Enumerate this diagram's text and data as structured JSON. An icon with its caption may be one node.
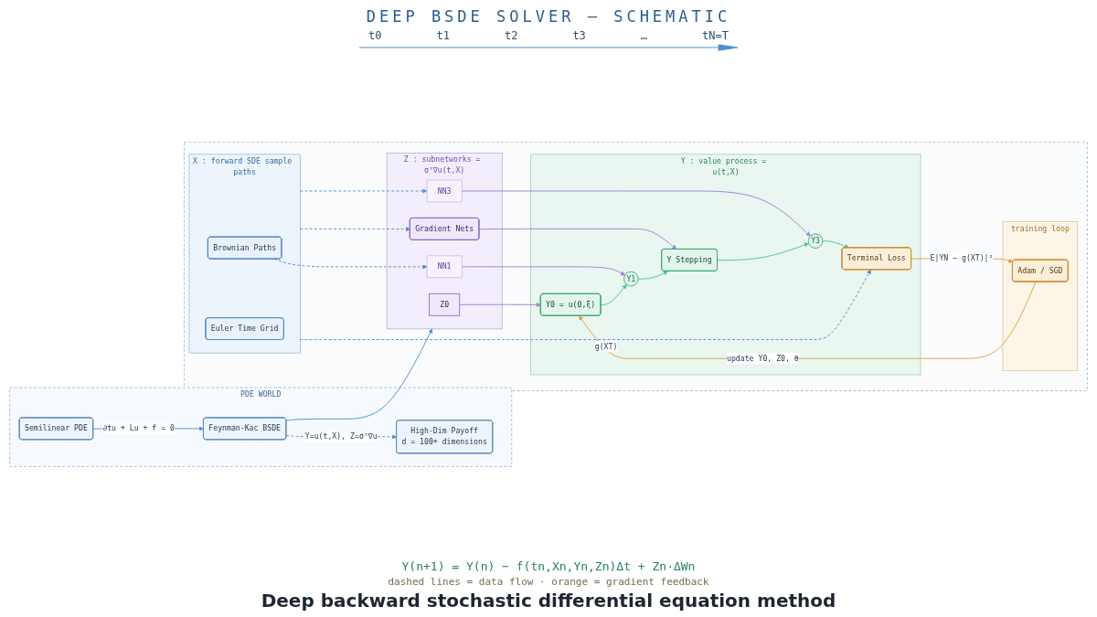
{
  "diagram": {
    "title": "DEEP BSDE SOLVER — SCHEMATIC",
    "caption": "Deep backward stochastic differential equation method",
    "nodes": [
      {
        "text": [
          "PDE WORLD"
        ]
      },
      {
        "text": [
          "Semilinear PDE"
        ],
        "in": 0
      },
      {
        "text": [
          "Feynman-Kac BSDE"
        ],
        "in": 0
      },
      {
        "text": [
          "High-Dim Payoff",
          "d = 100+ dimensions"
        ],
        "in": 0
      },
      {
        "text": [],
        "shape": "box"
      },
      {
        "text": [
          "X : forward SDE sample paths"
        ],
        "in": 4
      },
      {
        "text": [
          "Brownian Paths"
        ],
        "in": 5
      },
      {
        "text": [
          "Euler Time Grid"
        ],
        "in": 5
      },
      {
        "text": [
          "Z : subnetworks = σᵀ∇u(t,X)"
        ],
        "in": 4
      },
      {
        "text": [
          "Z0"
        ],
        "in": 8
      },
      {
        "text": [
          "NN1"
        ],
        "in": 8
      },
      {
        "text": [
          "Gradient Nets"
        ],
        "in": 8
      },
      {
        "text": [
          "NN3"
        ],
        "in": 8
      },
      {
        "text": [
          "Y : value process = u(t,X)"
        ],
        "in": 4
      },
      {
        "text": [
          "Y0 = u(0,ξ)"
        ],
        "in": 13
      },
      {
        "text": [
          "Y1"
        ],
        "in": 13
      },
      {
        "text": [
          "Y Stepping"
        ],
        "in": 13
      },
      {
        "text": [
          "Y3"
        ],
        "in": 13
      },
      {
        "text": [
          "Terminal Loss"
        ],
        "in": 13
      },
      {
        "text": [
          "training loop"
        ],
        "in": 4
      },
      {
        "text": [
          "Adam / SGD"
        ],
        "in": 19
      }
    ],
    "edges": [
      {
        "from": 1,
        "to": 2,
        "arrow": "to",
        "label": "∂tu + Lu + f = 0"
      },
      {
        "from": 2,
        "to": 3,
        "arrow": "to",
        "style": "dashed",
        "label": "Y=u(t,X), Z=σᵀ∇u"
      },
      {
        "from": 2,
        "to": 8,
        "arrow": "to"
      },
      {
        "from": 6,
        "to": 10,
        "arrow": "to",
        "style": "dashed"
      },
      {
        "from": 5,
        "to": 11,
        "arrow": "to",
        "style": "dashed"
      },
      {
        "from": 5,
        "to": 12,
        "arrow": "to",
        "style": "dashed"
      },
      {
        "from": 5,
        "to": 18,
        "arrow": "to",
        "style": "dashed",
        "label": "g(XT)"
      },
      {
        "from": 9,
        "to": 14,
        "arrow": "to",
        "color": "#9b7fd8"
      },
      {
        "from": 10,
        "to": 15,
        "arrow": "to",
        "color": "#9b7fd8"
      },
      {
        "from": 11,
        "to": 16,
        "arrow": "to",
        "color": "#9b7fd8"
      },
      {
        "from": 12,
        "to": 17,
        "arrow": "to",
        "color": "#9b7fd8"
      },
      {
        "from": 14,
        "to": 15,
        "arrow": "to",
        "color": "#4cc49a"
      },
      {
        "from": 15,
        "to": 16,
        "arrow": "to",
        "color": "#4cc49a"
      },
      {
        "from": 16,
        "to": 17,
        "arrow": "to",
        "color": "#4cc49a"
      },
      {
        "from": 17,
        "to": 18,
        "arrow": "to",
        "color": "#4cc49a"
      },
      {
        "from": 18,
        "to": 20,
        "arrow": "to",
        "color": "#e0a040",
        "label": "E|YN − g(XT)|²"
      },
      {
        "from": 20,
        "to": 14,
        "arrow": "to",
        "color": "#e0a040",
        "label": "update Y0, Z0, θ"
      }
    ],
    "labels": [
      "t0",
      "t1",
      "t2",
      "t3",
      "…",
      "tN=T",
      "Y(n+1) = Y(n) − f(tn,Xn,Yn,Zn)Δt + Zn·ΔWn",
      "dashed lines = data flow · orange = gradient feedback"
    ]
  }
}
